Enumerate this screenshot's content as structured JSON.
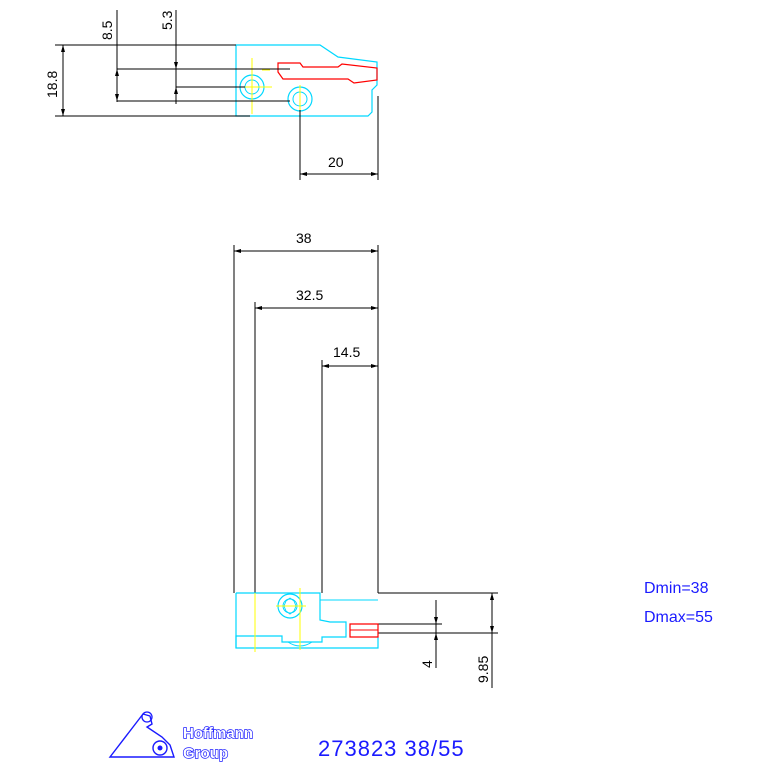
{
  "top_view": {
    "dims": {
      "d_8_5": "8.5",
      "d_5_3": "5.3",
      "d_18_8": "18.8",
      "d_20": "20"
    }
  },
  "front_view": {
    "dims": {
      "d_38": "38",
      "d_32_5": "32.5",
      "d_14_5": "14.5",
      "d_4": "4",
      "d_9_85": "9.85"
    }
  },
  "notes": {
    "dmin": "Dmin=38",
    "dmax": "Dmax=55"
  },
  "brand": {
    "line1": "Hoffmann",
    "line2": "Group"
  },
  "part_code": "273823 38/55",
  "colors": {
    "outline": "#00d8ff",
    "insert": "#ff0000",
    "center": "#ffff00",
    "dim": "#000000",
    "text_blue": "#1a1aff"
  }
}
